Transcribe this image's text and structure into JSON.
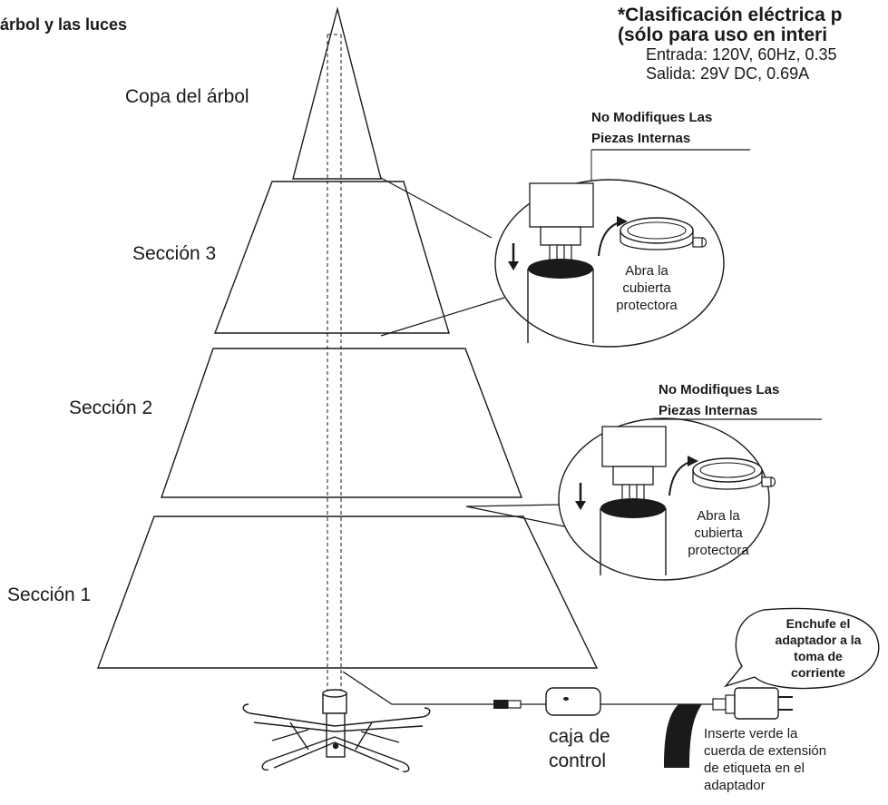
{
  "header": {
    "title_fragment": "árbol y las luces",
    "rating_title_line1": "*Clasificación eléctrica p",
    "rating_title_line2": "(sólo para uso en interi",
    "rating_input": "Entrada: 120V, 60Hz, 0.35",
    "rating_output": "Salida: 29V DC, 0.69A"
  },
  "tree": {
    "top_label": "Copa del árbol",
    "section3_label": "Sección 3",
    "section2_label": "Sección 2",
    "section1_label": "Sección 1"
  },
  "callout_upper": {
    "warning_line1": "No Modifiques Las",
    "warning_line2": "Piezas Internas",
    "open_line1": "Abra la",
    "open_line2": "cubierta",
    "open_line3": "protectora"
  },
  "callout_lower": {
    "warning_line1": "No Modifiques Las",
    "warning_line2": "Piezas Internas",
    "open_line1": "Abra la",
    "open_line2": "cubierta",
    "open_line3": "protectora"
  },
  "control_box": {
    "line1": "caja de",
    "line2": "control"
  },
  "plug_bubble": {
    "line1": "Enchufe el",
    "line2": "adaptador a la",
    "line3": "toma de",
    "line4": "corriente"
  },
  "extension_note": {
    "line1": "Inserte verde la",
    "line2": "cuerda de extensión",
    "line3": "de etiqueta en el",
    "line4": "adaptador"
  },
  "icons": [
    "arrow-down-icon",
    "curved-arrow-icon",
    "plug-adapter-icon",
    "tree-stand-icon",
    "control-box-icon",
    "connector-icon"
  ],
  "colors": {
    "ink": "#1a1a1a",
    "background": "#ffffff"
  }
}
